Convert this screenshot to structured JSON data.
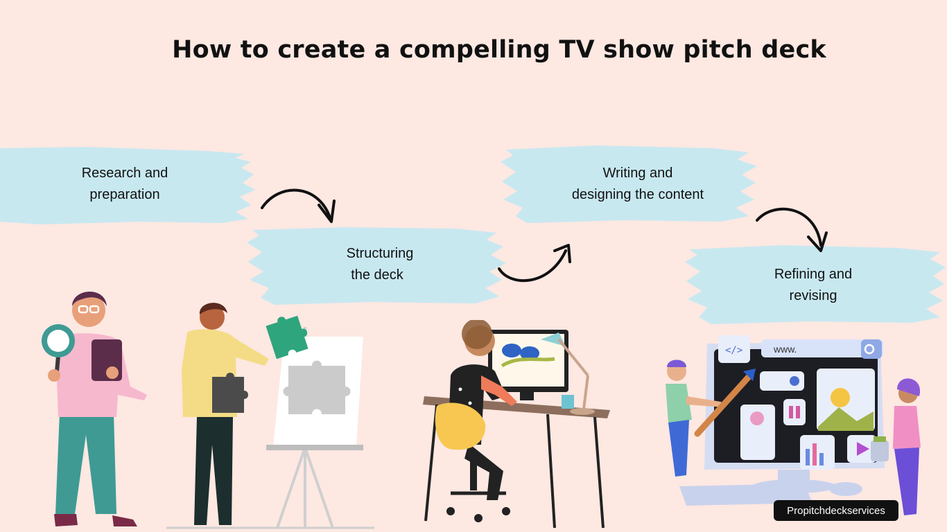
{
  "title": "How to create a compelling TV show pitch deck",
  "steps": [
    {
      "line1": "Research and",
      "line2": "preparation"
    },
    {
      "line1": "Structuring",
      "line2": "the deck"
    },
    {
      "line1": "Writing and",
      "line2": "designing the content"
    },
    {
      "line1": "Refining and",
      "line2": "revising"
    }
  ],
  "badge": "Propitchdeckservices",
  "colors": {
    "background": "#fde8e2",
    "brush": "#c8e8f0",
    "text": "#111111"
  }
}
